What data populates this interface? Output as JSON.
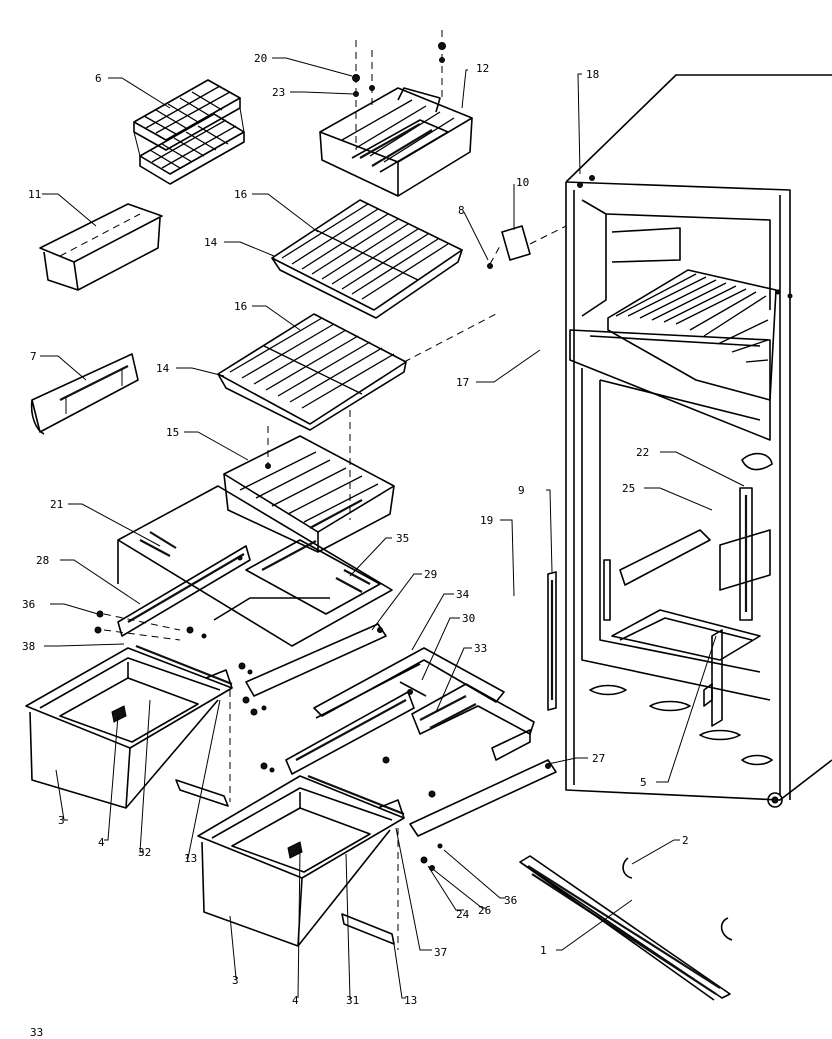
{
  "callouts": {
    "c1": "1",
    "c2": "2",
    "c3a": "3",
    "c3b": "3",
    "c4a": "4",
    "c4b": "4",
    "c5": "5",
    "c6": "6",
    "c7": "7",
    "c8": "8",
    "c9": "9",
    "c10": "10",
    "c11": "11",
    "c12": "12",
    "c13a": "13",
    "c13b": "13",
    "c14a": "14",
    "c14b": "14",
    "c15": "15",
    "c16a": "16",
    "c16b": "16",
    "c17": "17",
    "c18": "18",
    "c19": "19",
    "c20": "20",
    "c21": "21",
    "c22": "22",
    "c23": "23",
    "c24": "24",
    "c25": "25",
    "c26": "26",
    "c27": "27",
    "c28": "28",
    "c29": "29",
    "c30": "30",
    "c31": "31",
    "c32": "32",
    "c33": "33",
    "c34": "34",
    "c35": "35",
    "c36a": "36",
    "c36b": "36",
    "c37": "37",
    "c38": "38"
  },
  "footer": {
    "page_code": "33"
  }
}
